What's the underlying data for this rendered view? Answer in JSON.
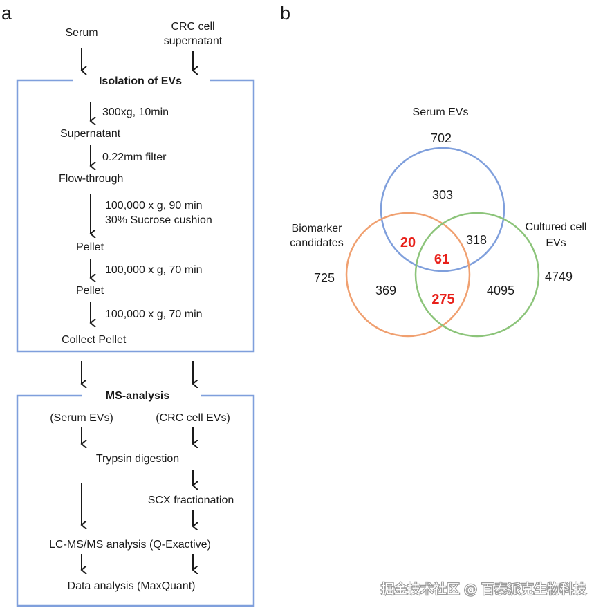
{
  "panels": {
    "a": "a",
    "b": "b"
  },
  "flow": {
    "input_serum": "Serum",
    "input_crc_line1": "CRC cell",
    "input_crc_line2": "supernatant",
    "isolation_title": "Isolation of EVs",
    "step1": "300xg, 10min",
    "supernatant": "Supernatant",
    "step2": "0.22mm filter",
    "flow_through": "Flow-through",
    "step3_line1": "100,000 x g, 90 min",
    "step3_line2": "30% Sucrose cushion",
    "pellet1": "Pellet",
    "step4": "100,000 x g, 70 min",
    "pellet2": "Pellet",
    "step5": "100,000 x g, 70 min",
    "collect_pellet": "Collect Pellet",
    "ms_title": "MS-analysis",
    "serum_evs": "(Serum EVs)",
    "crc_evs": "(CRC cell EVs)",
    "trypsin": "Trypsin digestion",
    "scx": "SCX fractionation",
    "lcms": "LC-MS/MS analysis (Q-Exactive)",
    "data_analysis": "Data analysis (MaxQuant)"
  },
  "venn": {
    "sets": {
      "serum": {
        "label": "Serum EVs",
        "total": "702",
        "color": "#7f9fdc"
      },
      "biomarker": {
        "label_line1": "Biomarker",
        "label_line2": "candidates",
        "total": "725",
        "color": "#f0a070"
      },
      "cultured": {
        "label_line1": "Cultured cell",
        "label_line2": "EVs",
        "total": "4749",
        "color": "#8cc47a"
      }
    },
    "regions": {
      "serum_only": "303",
      "biomarker_only": "369",
      "cultured_only": "4095",
      "serum_cultured": "318",
      "serum_biomarker": "20",
      "all_three": "61",
      "biomarker_cultured": "275"
    },
    "highlight_color": "#e8201a"
  },
  "watermark": "掘金技术社区 @ 百泰派克生物科技"
}
